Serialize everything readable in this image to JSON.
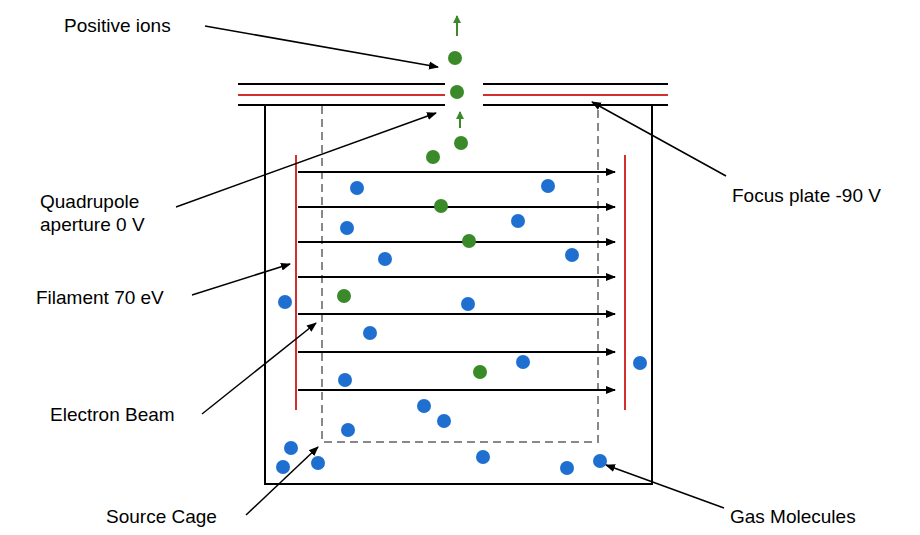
{
  "diagram": {
    "labels": [
      "Positive ions",
      "Quadrupole aperture 0 V",
      "Filament 70 eV",
      "Electron Beam",
      "Source Cage",
      "Focus plate -90 V",
      "Gas Molecules"
    ]
  }
}
